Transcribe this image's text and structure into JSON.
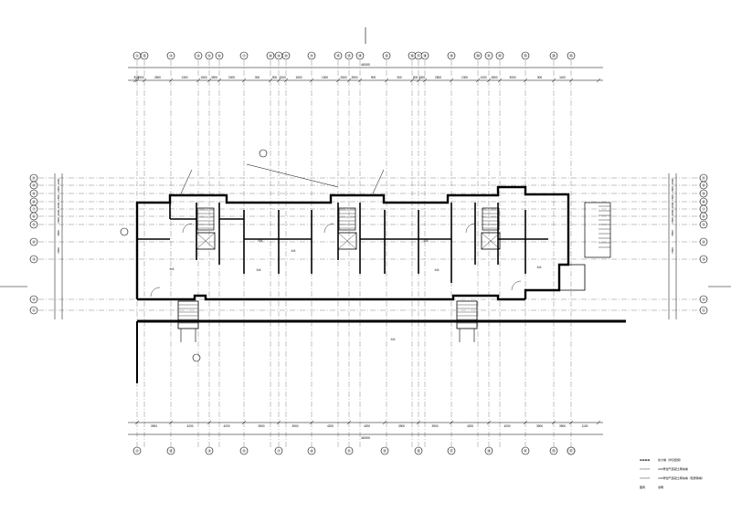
{
  "drawing": {
    "top_axes": [
      "①",
      "⑮",
      "③",
      "④",
      "⑤",
      "⑥",
      "⑦",
      "⑧",
      "⑨",
      "⑩",
      "⑪",
      "⑫",
      "⑬",
      "⑭",
      "⑮",
      "⑯",
      "⑰",
      "⑱",
      "⑲",
      "⑳",
      "㉑",
      "㉒",
      "㉓",
      "㉔",
      "㉕"
    ],
    "bottom_axes": [
      "①",
      "⑮",
      "③",
      "⑤",
      "⑦",
      "⑨",
      "⑪",
      "⑬",
      "⑮",
      "⑰",
      "⑲",
      "㉑",
      "㉓",
      "㉕",
      "㉗"
    ],
    "left_axes": [
      "⑪",
      "⑩",
      "⑨",
      "⑧",
      "⑦",
      "⑥",
      "⑤",
      "④",
      "③",
      "②",
      "①"
    ],
    "right_axes": [
      "⑪",
      "⑩",
      "⑨",
      "⑧",
      "⑦",
      "⑥",
      "⑤",
      "④",
      "③",
      "②",
      "①"
    ],
    "top_total": "46300",
    "bottom_total": "46300",
    "top_dims": [
      "300",
      "3900",
      "2500",
      "1300",
      "1500",
      "3900",
      "2000",
      "300",
      "900",
      "2000",
      "1500",
      "1300",
      "2500",
      "3900",
      "900",
      "300",
      "900",
      "3000",
      "2500",
      "1300",
      "1200",
      "2800",
      "3000",
      "300",
      "1100"
    ],
    "bottom_dims": [
      "3900",
      "4200",
      "4200",
      "3900",
      "3900",
      "4200",
      "4200",
      "3900",
      "3900",
      "4200",
      "4200",
      "3900",
      "3900",
      "1100"
    ],
    "left_dims": [
      "1000",
      "2000",
      "1500",
      "1000",
      "2000",
      "1500",
      "4500",
      "1500"
    ],
    "right_dims": [
      "1000",
      "2000",
      "1500",
      "1000",
      "2000",
      "1500",
      "4500",
      "1500"
    ],
    "legend": [
      {
        "key": "▬▬▬▬",
        "text": "剪力墙（详见结施）"
      },
      {
        "key": "▭▭▭▭",
        "text": "200厚加气混凝土砌块墙"
      },
      {
        "key": "▭▭▭▭",
        "text": "100厚加气混凝土砌块墙（轻质隔墙）"
      },
      {
        "key": "图例",
        "text": "说明"
      }
    ],
    "room_tags": [
      "标高",
      "标高",
      "标高",
      "标高",
      "标高",
      "标高",
      "标高",
      "标高"
    ]
  }
}
